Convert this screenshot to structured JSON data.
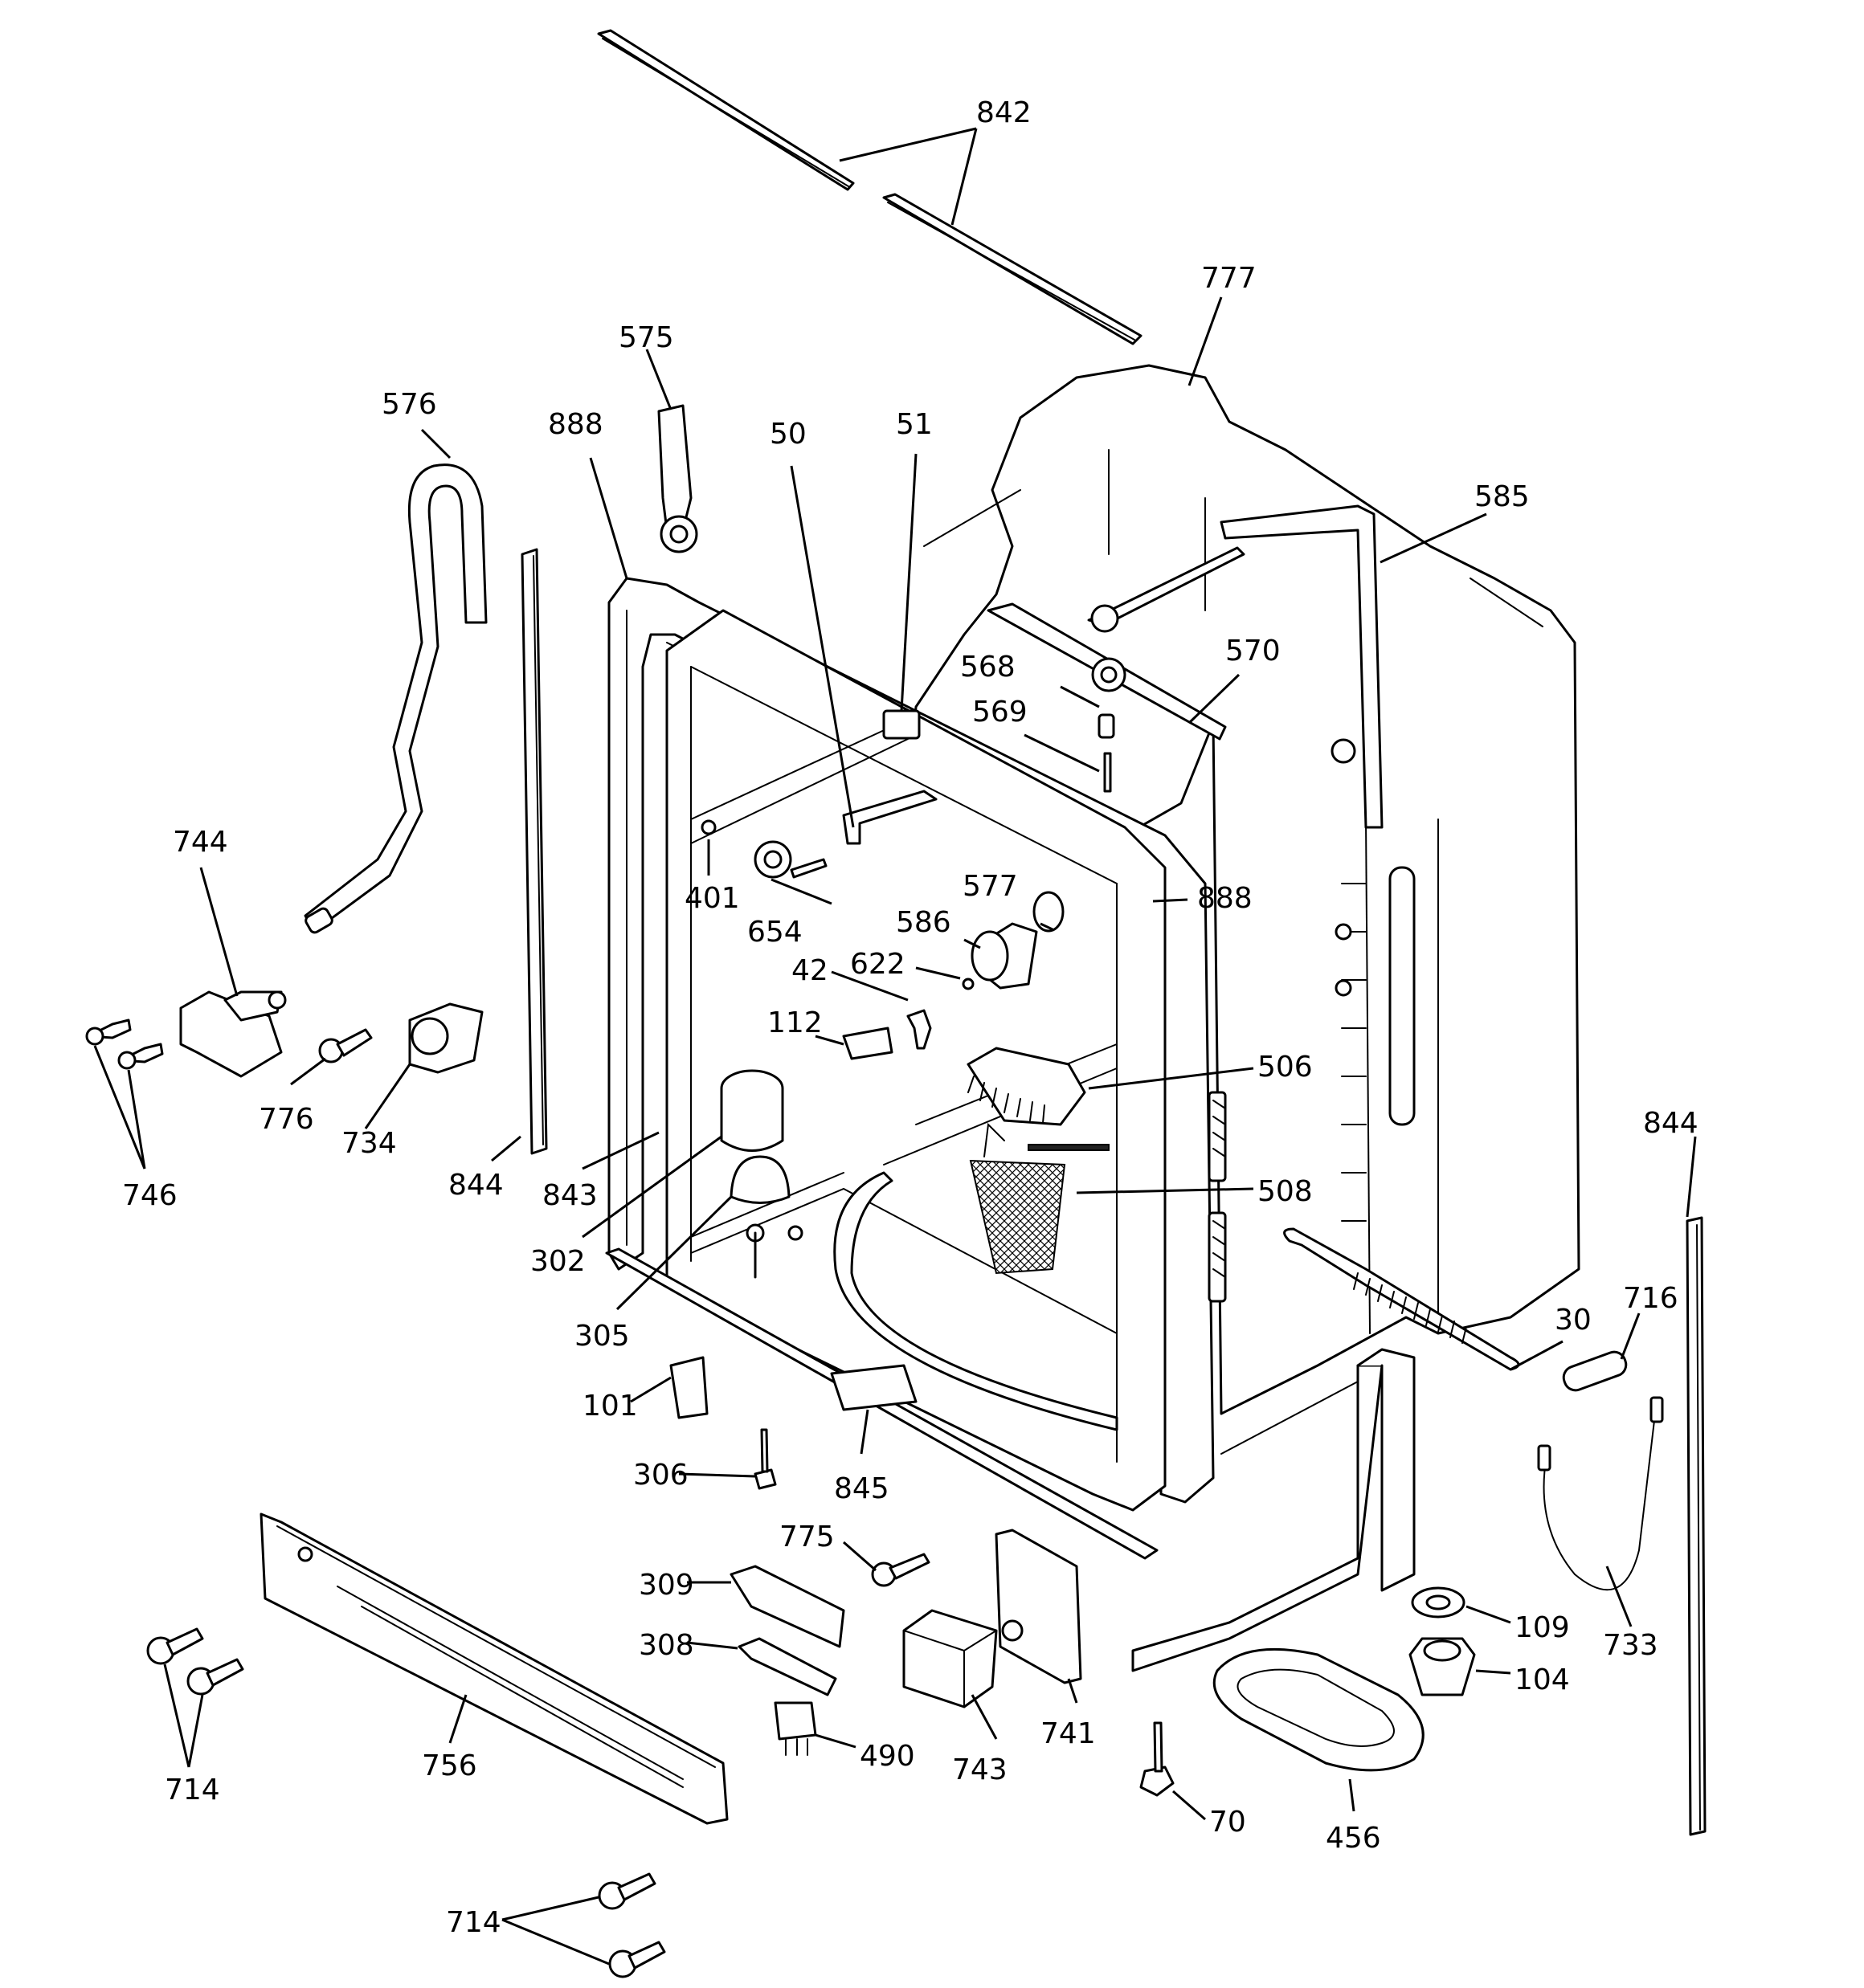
{
  "diagram": {
    "callouts": [
      {
        "id": "842",
        "text": "842"
      },
      {
        "id": "777",
        "text": "777"
      },
      {
        "id": "575",
        "text": "575"
      },
      {
        "id": "576",
        "text": "576"
      },
      {
        "id": "888a",
        "text": "888"
      },
      {
        "id": "50",
        "text": "50"
      },
      {
        "id": "51",
        "text": "51"
      },
      {
        "id": "585",
        "text": "585"
      },
      {
        "id": "568",
        "text": "568"
      },
      {
        "id": "570",
        "text": "570"
      },
      {
        "id": "569",
        "text": "569"
      },
      {
        "id": "744",
        "text": "744"
      },
      {
        "id": "401",
        "text": "401"
      },
      {
        "id": "654",
        "text": "654"
      },
      {
        "id": "577",
        "text": "577"
      },
      {
        "id": "888b",
        "text": "888"
      },
      {
        "id": "586",
        "text": "586"
      },
      {
        "id": "42",
        "text": "42"
      },
      {
        "id": "622",
        "text": "622"
      },
      {
        "id": "112",
        "text": "112"
      },
      {
        "id": "506",
        "text": "506"
      },
      {
        "id": "776",
        "text": "776"
      },
      {
        "id": "734",
        "text": "734"
      },
      {
        "id": "746",
        "text": "746"
      },
      {
        "id": "844a",
        "text": "844"
      },
      {
        "id": "843",
        "text": "843"
      },
      {
        "id": "508",
        "text": "508"
      },
      {
        "id": "844b",
        "text": "844"
      },
      {
        "id": "302",
        "text": "302"
      },
      {
        "id": "305",
        "text": "305"
      },
      {
        "id": "30",
        "text": "30"
      },
      {
        "id": "716",
        "text": "716"
      },
      {
        "id": "101",
        "text": "101"
      },
      {
        "id": "306",
        "text": "306"
      },
      {
        "id": "845",
        "text": "845"
      },
      {
        "id": "775",
        "text": "775"
      },
      {
        "id": "309",
        "text": "309"
      },
      {
        "id": "308",
        "text": "308"
      },
      {
        "id": "109",
        "text": "109"
      },
      {
        "id": "733",
        "text": "733"
      },
      {
        "id": "104",
        "text": "104"
      },
      {
        "id": "741",
        "text": "741"
      },
      {
        "id": "490",
        "text": "490"
      },
      {
        "id": "743",
        "text": "743"
      },
      {
        "id": "714a",
        "text": "714"
      },
      {
        "id": "756",
        "text": "756"
      },
      {
        "id": "70",
        "text": "70"
      },
      {
        "id": "456",
        "text": "456"
      },
      {
        "id": "714b",
        "text": "714"
      }
    ]
  }
}
